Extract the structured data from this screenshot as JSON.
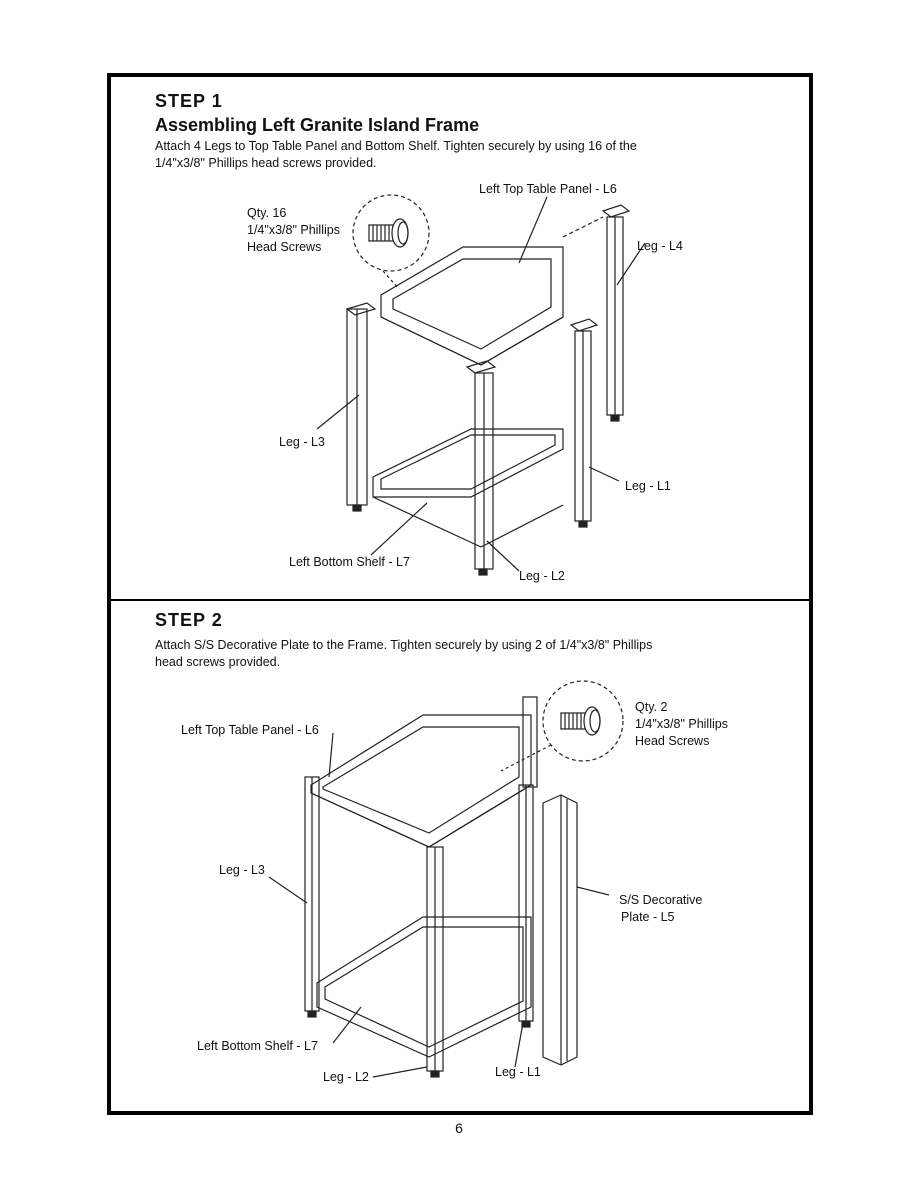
{
  "step1": {
    "heading": "STEP 1",
    "title": "Assembling Left Granite Island Frame",
    "instructions_line1": "Attach 4 Legs to Top Table Panel and Bottom Shelf. Tighten securely by using 16 of the",
    "instructions_line2": "1/4\"x3/8\" Phillips head screws provided.",
    "callouts": {
      "qty": "Qty. 16",
      "screw_size": "1/4\"x3/8\" Phillips",
      "screw_type": "Head Screws",
      "top_panel": "Left Top Table Panel - L6",
      "leg_l4": "Leg - L4",
      "leg_l3": "Leg - L3",
      "leg_l1": "Leg - L1",
      "leg_l2": "Leg - L2",
      "bottom_shelf": "Left Bottom Shelf - L7"
    }
  },
  "step2": {
    "heading": "STEP 2",
    "instructions_line1": "Attach S/S Decorative Plate to the Frame. Tighten securely by using 2 of 1/4\"x3/8\" Phillips",
    "instructions_line2": "head screws provided.",
    "callouts": {
      "qty": "Qty. 2",
      "screw_size": "1/4\"x3/8\" Phillips",
      "screw_type": "Head Screws",
      "top_panel": "Left Top Table Panel - L6",
      "leg_l3": "Leg - L3",
      "plate_line1": "S/S Decorative",
      "plate_line2": "Plate - L5",
      "bottom_shelf": "Left Bottom Shelf - L7",
      "leg_l2": "Leg - L2",
      "leg_l1": "Leg - L1"
    }
  },
  "page_number": "6"
}
